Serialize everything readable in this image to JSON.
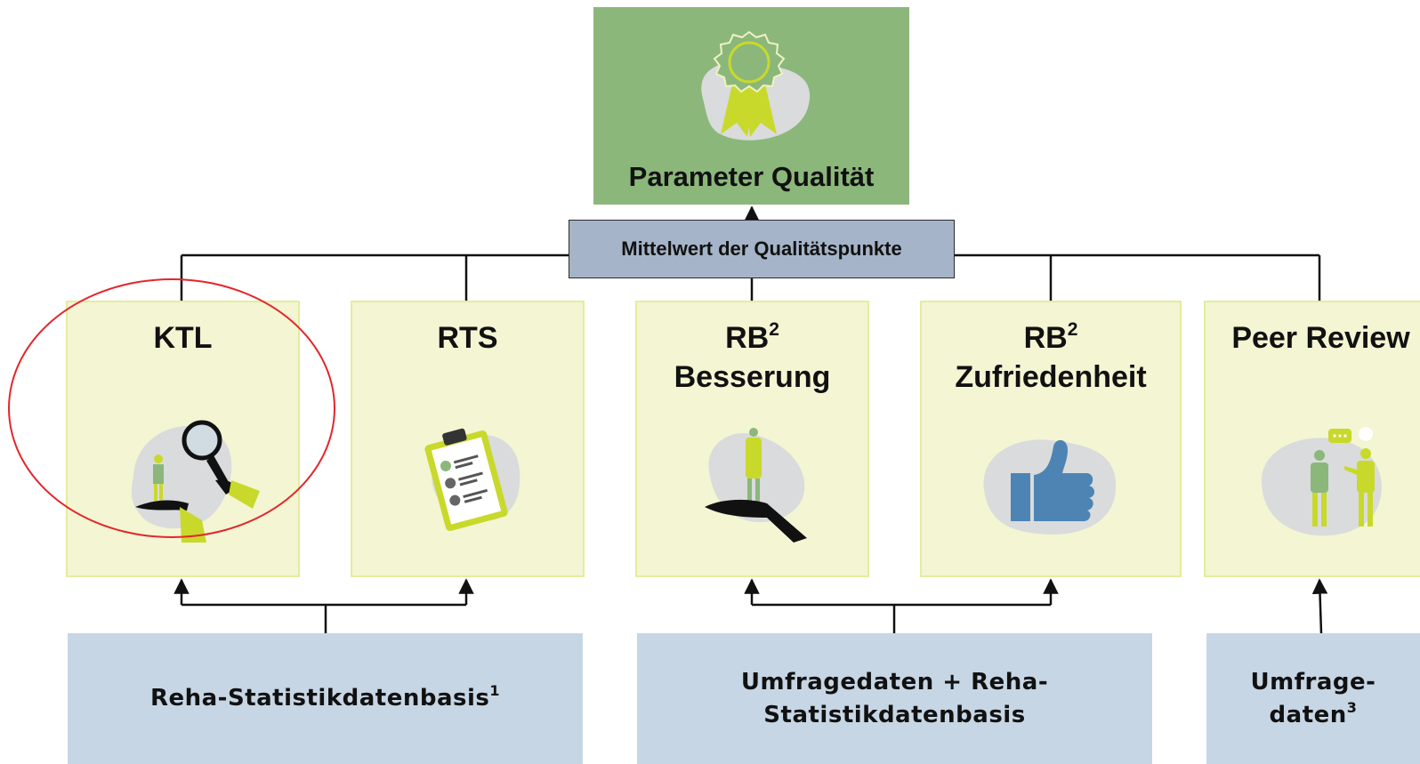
{
  "top": {
    "title": "Parameter Qualität",
    "icon": "award-rosette-icon"
  },
  "aggregation": {
    "label": "Mittelwert der Qualitätspunkte"
  },
  "categories": [
    {
      "line1": "KTL",
      "sup": "",
      "line2": "",
      "icon": "magnifier-hands-icon",
      "highlighted": true
    },
    {
      "line1": "RTS",
      "sup": "",
      "line2": "",
      "icon": "clipboard-checklist-icon"
    },
    {
      "line1": "RB",
      "sup": "2",
      "line2": "Besserung",
      "icon": "person-on-hand-icon"
    },
    {
      "line1": "RB",
      "sup": "2",
      "line2": "Zufriedenheit",
      "icon": "thumbs-up-icon"
    },
    {
      "line1": "Peer Review",
      "sup": "",
      "line2": "",
      "icon": "people-talking-icon"
    }
  ],
  "sources": [
    {
      "line1": "Reha-Statistikdatenbasis",
      "sup": "1",
      "line2": ""
    },
    {
      "line1": "Umfragedaten + Reha-",
      "sup": "",
      "line2": "Statistikdatenbasis"
    },
    {
      "line1": "Umfrage-",
      "sup": "",
      "line2": "daten",
      "sup2": "3"
    }
  ],
  "colors": {
    "quality_green": "#8bb77b",
    "card_fill": "#f3f5d3",
    "card_border": "#e6ec9e",
    "source_fill": "#c7d6e5",
    "aggregation_fill": "#a5b4c8",
    "icon_accent": "#c9d92b",
    "icon_blob": "#d9dbdc",
    "highlight_ring": "#e3262b"
  }
}
